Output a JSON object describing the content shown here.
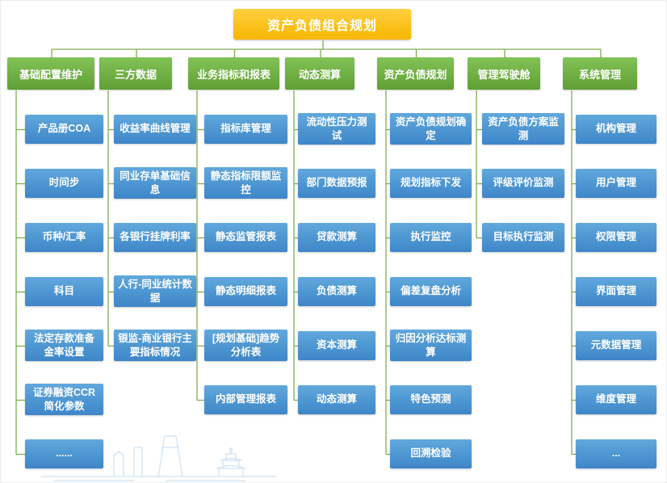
{
  "root": {
    "title": "资产负债组合规划"
  },
  "columns": [
    {
      "label": "基础配置维护",
      "children": [
        "产品册COA",
        "时间步",
        "币种/汇率",
        "科目",
        "法定存款准备金率设置",
        "证券融资CCR简化参数",
        "......"
      ]
    },
    {
      "label": "三方数据",
      "children": [
        "收益率曲线管理",
        "同业存单基础信息",
        "各银行挂牌利率",
        "人行-同业统计数据",
        "银监-商业银行主要指标情况"
      ]
    },
    {
      "label": "业务指标和报表",
      "children": [
        "指标库管理",
        "静态指标限额监控",
        "静态监管报表",
        "静态明细报表",
        "[规划基础]趋势分析表",
        "内部管理报表"
      ]
    },
    {
      "label": "动态测算",
      "children": [
        "流动性压力测试",
        "部门数据预报",
        "贷款测算",
        "负债测算",
        "资本测算",
        "动态测算"
      ]
    },
    {
      "label": "资产负债规划",
      "children": [
        "资产负债规划确定",
        "规划指标下发",
        "执行监控",
        "偏差复盘分析",
        "归因分析达标测算",
        "特色预测",
        "回溯检验"
      ]
    },
    {
      "label": "管理驾驶舱",
      "children": [
        "资产负债方案监测",
        "评级评价监测",
        "目标执行监测"
      ]
    },
    {
      "label": "系统管理",
      "children": [
        "机构管理",
        "用户管理",
        "权限管理",
        "界面管理",
        "元数据管理",
        "维度管理",
        "..."
      ]
    }
  ],
  "colors": {
    "root_box": "#FFC000",
    "branch_box": "#6CAC3F",
    "leaf_box": "#4A94D4",
    "connector_line": "#7FAD50",
    "text": "#FFFFFF"
  }
}
